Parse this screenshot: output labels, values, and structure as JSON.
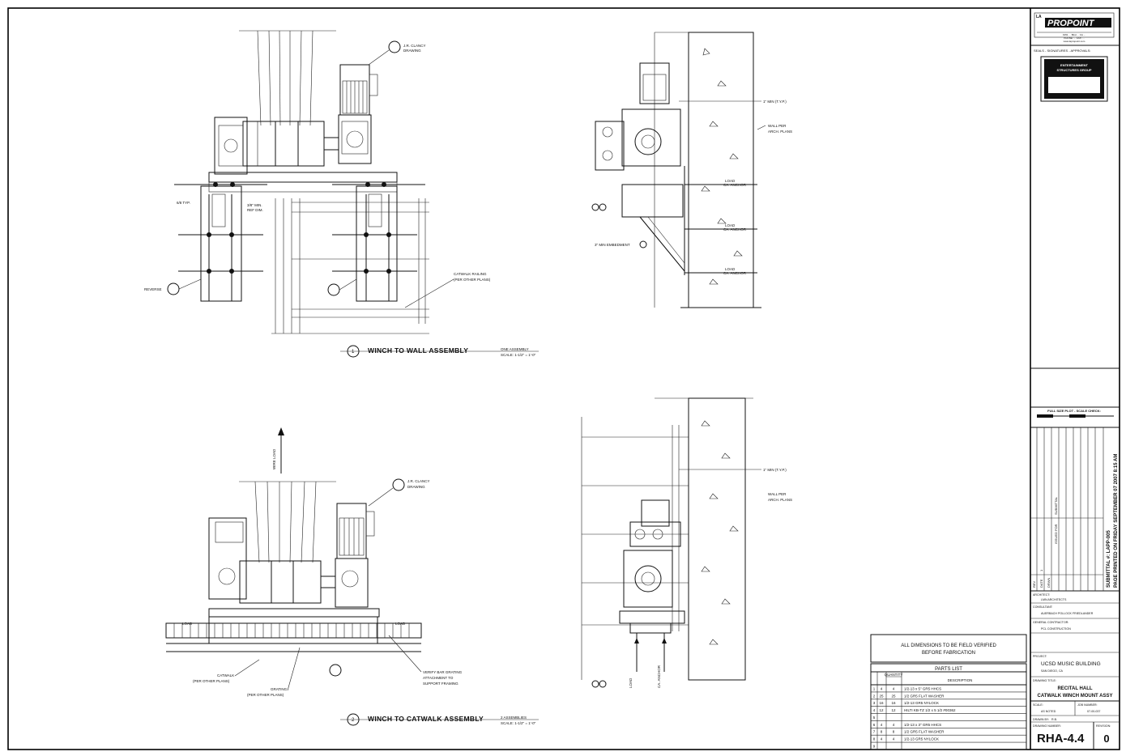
{
  "company": {
    "logo_text": "PROPOINT",
    "logo_prefix": "LA",
    "address": "9151 ... Blvd ... CA ...",
    "phone": "PHONE: ... FAX: ...",
    "web": "www.lapropoint.com"
  },
  "seals_label": "SEALS - SIGNATURES - APPROVALS:",
  "stamp": {
    "line1": "ENTERTAINMENT",
    "line2": "STRUCTURES GROUP"
  },
  "scale_check_label": "FULL SIZE PLOT - SCALE CHECK:",
  "revision_table": {
    "headers": [
      "REV",
      "DATE",
      "DRWN",
      "ISSUED FOR"
    ],
    "rows": [
      [
        "1",
        "",
        "",
        "SUBMITTAL"
      ]
    ]
  },
  "submittal_stamp": {
    "line1": "SUBMITTAL #: LAPP-005",
    "line2": "PAGE PRINTED ON FRIDAY SEPTEMBER 07 2007 8:15 AM"
  },
  "project_info": {
    "architect_label": "ARCHITECT:",
    "architect": "LMN ARCHITECTS",
    "consultant_label": "CONSULTANT:",
    "consultant": "AUERBACH POLLOCK FRIEDLANDER",
    "contractor_label": "GENERAL CONTRACTOR:",
    "contractor": "PCL CONSTRUCTION",
    "project_label": "PROJECT:",
    "project": "UCSD MUSIC BUILDING",
    "project_location": "SAN DIEGO, CA",
    "drawing_title_label": "DRAWING TITLE:",
    "drawing_title_1": "RECITAL HALL",
    "drawing_title_2": "CATWALK WINCH MOUNT ASSY",
    "scale_label": "SCALE:",
    "scale_value": "AS NOTED",
    "job_label": "JOB NUMBER:",
    "job_value": "07-00-037",
    "drawn_label": "DRAWN BY:",
    "drawn_value": "R.B.",
    "drawing_number_label": "DRAWING NUMBER:",
    "drawing_number": "RHA-4.4",
    "revision_label": "REVISION:",
    "revision": "0"
  },
  "notes": {
    "field_verify_1": "ALL DIMENSIONS TO BE FIELD VERIFIED",
    "field_verify_2": "BEFORE FABRICATION"
  },
  "parts_list": {
    "title": "PARTS LIST",
    "headers": [
      "ITEM",
      "QTY",
      "QTY",
      "DESCRIPTION"
    ],
    "subheader": "QUANTITY",
    "rows": [
      [
        "1",
        "4",
        "4",
        "1/2-13 x 5\" GR5 HHCS"
      ],
      [
        "2",
        "25",
        "25",
        "1/2 GR5 FLAT WASHER"
      ],
      [
        "3",
        "16",
        "16",
        "1/2-13 GR5 NYLOCK"
      ],
      [
        "4",
        "12",
        "12",
        "HILTI KB-TZ 1/2 x 5 1/2  #00362"
      ],
      [
        "5",
        "",
        "",
        ""
      ],
      [
        "6",
        "4",
        "4",
        "1/2-13 x 3\" GR5 HHCS"
      ],
      [
        "7",
        "8",
        "8",
        "1/2 GR5 FLAT WASHER"
      ],
      [
        "8",
        "4",
        "4",
        "1/2-13 GR5 NYLOCK"
      ],
      [
        "9",
        "",
        "",
        ""
      ]
    ]
  },
  "views": {
    "view1": {
      "number": "1",
      "title": "WINCH TO WALL ASSEMBLY",
      "qty": "ONE ASSEMBLY",
      "scale": "SCALE: 1-1/2\" = 1'-0\""
    },
    "view2": {
      "number": "2",
      "title": "WINCH TO CATWALK ASSEMBLY",
      "qty": "2 ASSEMBLIES",
      "scale": "SCALE: 1-1/2\" = 1'-0\""
    }
  },
  "callouts": {
    "jr_clancy_1": "J.R. CLANCY",
    "jr_clancy_2": "DRAWING",
    "six_typ": "6/8 TYP.",
    "min_ref": "3/8\" MIN.",
    "min_ref2": "REF DIM.",
    "reverse": "REVERSE",
    "catwalk_railing_1": "CATWALK RAILING",
    "catwalk_railing_2": "(PER OTHER PLANS)",
    "one_min_typ": "1\" MIN (T.Y.P.)",
    "wall_per_1": "WALL PER",
    "wall_per_2": "ARCH. PLANS",
    "load_anchor_1": "LOAD",
    "load_anchor_2": "CA. ANCHOR",
    "embedment": "3\" MIN EMBEDMENT",
    "wire_load": "WIRE LOAD",
    "catwalk_1": "CATWALK",
    "catwalk_2": "(PER OTHER PLANS)",
    "grating_1": "GRATING",
    "grating_2": "(PER OTHER PLANS)",
    "verify_1": "VERIFY BAR GRATING",
    "verify_2": "ATTACHMENT TO",
    "verify_3": "SUPPORT FRAMING",
    "load_tag": "LOAD"
  }
}
